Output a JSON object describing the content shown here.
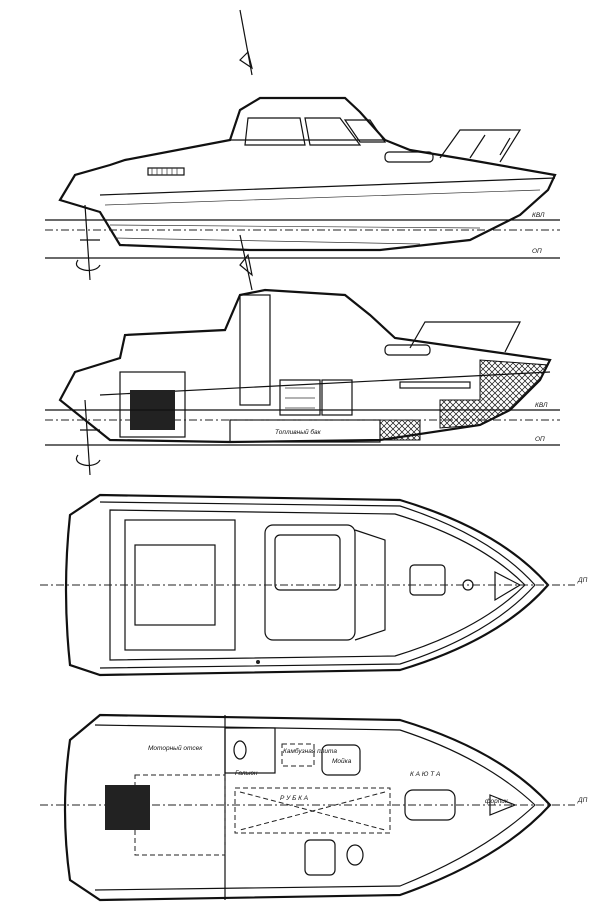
{
  "drawing": {
    "views": [
      "side-profile",
      "side-section",
      "deck-plan",
      "interior-plan"
    ],
    "labels": {
      "waterline": "КВЛ",
      "baseline": "ОП",
      "centerline": "ДП",
      "fuel_tank": "Топливный бак",
      "engine_room": "Моторный отсек",
      "head": "Гальюн",
      "galley_stove": "Камбузная плита",
      "sink": "Мойка",
      "wheelhouse": "Р У Б К А",
      "cabin": "К А Ю Т А",
      "forepeak": "форпик"
    }
  }
}
